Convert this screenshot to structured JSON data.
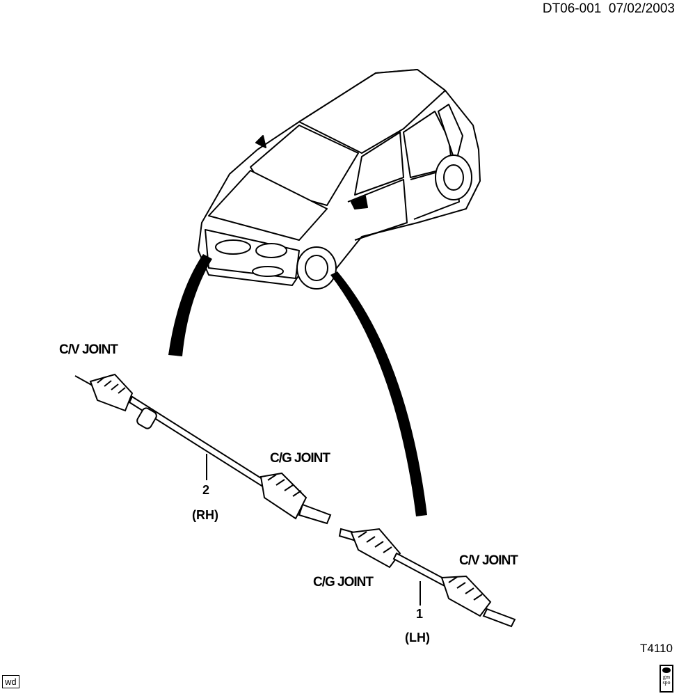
{
  "header": {
    "doc_id": "DT06-001",
    "date": "07/02/2003"
  },
  "labels": {
    "rh_outer_joint": "C/V JOINT",
    "rh_inner_joint": "C/G JOINT",
    "lh_outer_joint": "C/V JOINT",
    "lh_inner_joint": "C/G JOINT"
  },
  "parts": [
    {
      "number": "1",
      "side": "(LH)"
    },
    {
      "number": "2",
      "side": "(RH)"
    }
  ],
  "figure_code": "T4110",
  "footer": {
    "wd_badge": "wd",
    "logo_text": "gm spo"
  }
}
